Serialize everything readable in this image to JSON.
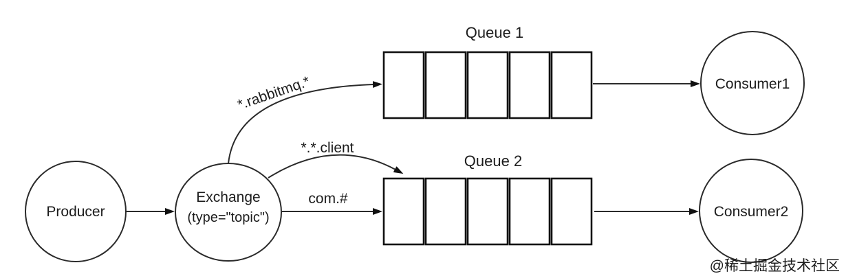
{
  "colors": {
    "background": "#ffffff",
    "line": "#2a2a2a",
    "queue_border": "#111111",
    "watermark": "#a9a9a9"
  },
  "diagram": {
    "producer": {
      "label": "Producer"
    },
    "exchange": {
      "name": "Exchange",
      "type": "(type=\"topic\")"
    },
    "routing_keys": {
      "to_queue1": "*.rabbitmq.*",
      "to_queue2_curved": "*.*.client",
      "to_queue2_straight": "com.#"
    },
    "queues": [
      {
        "label": "Queue 1",
        "segments": 5
      },
      {
        "label": "Queue 2",
        "segments": 5
      }
    ],
    "consumers": [
      {
        "label": "Consumer1"
      },
      {
        "label": "Consumer2"
      }
    ]
  },
  "watermark": {
    "text": "@稀土掘金技术社区"
  }
}
